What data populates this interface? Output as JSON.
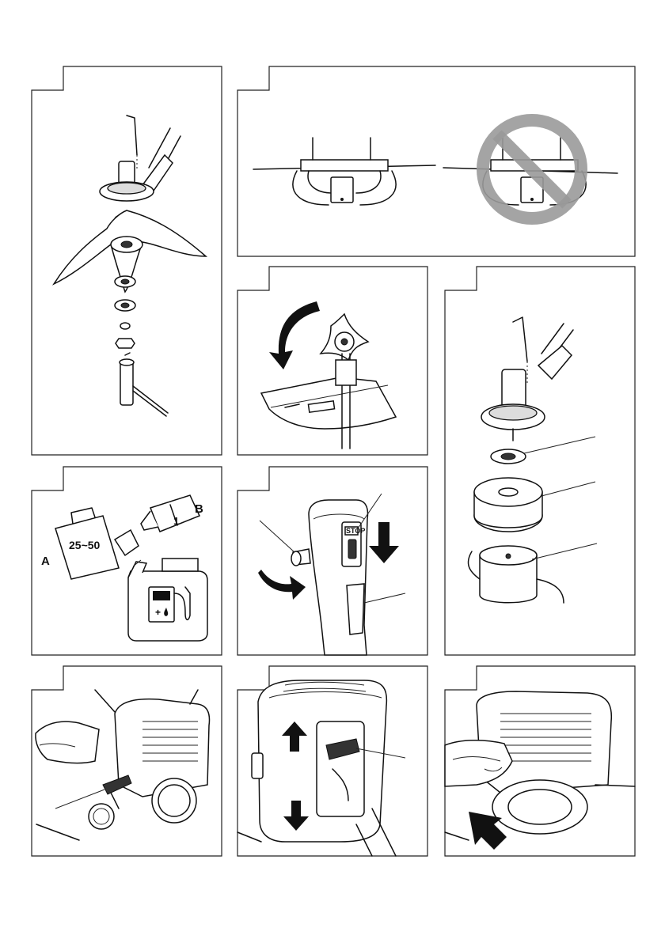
{
  "figures": [
    {
      "id": "fig-blade-assembly"
    },
    {
      "id": "fig-blade-orientation"
    },
    {
      "id": "fig-blade-rotation"
    },
    {
      "id": "fig-trimmer-head-assembly"
    },
    {
      "id": "fig-fuel-mix",
      "labels": {
        "a": "A",
        "ratio": "25~50",
        "b": "B",
        "one": "1"
      }
    },
    {
      "id": "fig-handle-controls",
      "labels": {
        "stop": "STOP"
      }
    },
    {
      "id": "fig-choke-primer"
    },
    {
      "id": "fig-throttle-lever"
    },
    {
      "id": "fig-starter-pull"
    }
  ],
  "colors": {
    "line": "#111111",
    "prohibit": "#9a9a9a",
    "background": "#ffffff"
  }
}
